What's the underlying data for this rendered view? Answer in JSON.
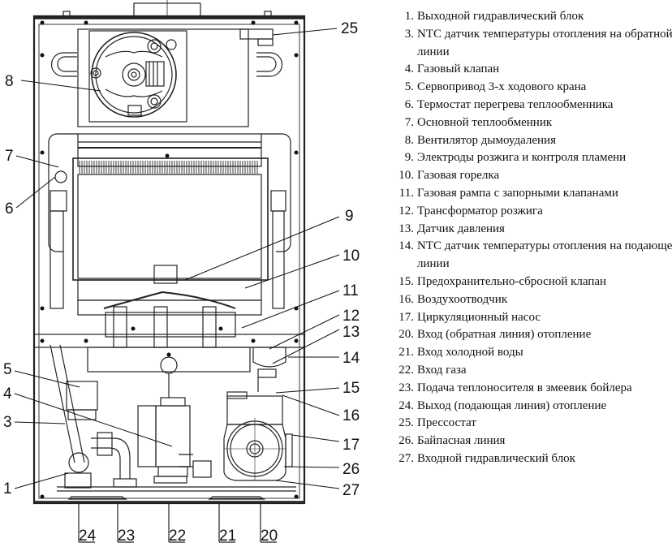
{
  "diagram": {
    "title": "Gas boiler internal components layout",
    "callouts": [
      {
        "id": "8",
        "side": "left"
      },
      {
        "id": "7",
        "side": "left"
      },
      {
        "id": "6",
        "side": "left"
      },
      {
        "id": "5",
        "side": "left"
      },
      {
        "id": "4",
        "side": "left"
      },
      {
        "id": "3",
        "side": "left"
      },
      {
        "id": "1",
        "side": "left"
      },
      {
        "id": "25",
        "side": "right"
      },
      {
        "id": "9",
        "side": "right"
      },
      {
        "id": "10",
        "side": "right"
      },
      {
        "id": "11",
        "side": "right"
      },
      {
        "id": "12",
        "side": "right"
      },
      {
        "id": "13",
        "side": "right"
      },
      {
        "id": "14",
        "side": "right"
      },
      {
        "id": "15",
        "side": "right"
      },
      {
        "id": "16",
        "side": "right"
      },
      {
        "id": "17",
        "side": "right"
      },
      {
        "id": "26",
        "side": "right"
      },
      {
        "id": "27",
        "side": "right"
      },
      {
        "id": "24",
        "side": "bottom"
      },
      {
        "id": "23",
        "side": "bottom"
      },
      {
        "id": "22",
        "side": "bottom"
      },
      {
        "id": "21",
        "side": "bottom"
      },
      {
        "id": "20",
        "side": "bottom"
      }
    ]
  },
  "legend": [
    {
      "num": "1.",
      "text": "Выходной гидравлический блок"
    },
    {
      "num": "3.",
      "text": "NTC датчик температуры отопления на обратной линии"
    },
    {
      "num": "4.",
      "text": "Газовый клапан"
    },
    {
      "num": "5.",
      "text": "Сервопривод 3-х ходового крана"
    },
    {
      "num": "6.",
      "text": "Термостат перегрева теплообменника"
    },
    {
      "num": "7.",
      "text": "Основной теплообменник"
    },
    {
      "num": "8.",
      "text": "Вентилятор дымоудаления"
    },
    {
      "num": "9.",
      "text": "Электроды розжига и контроля пламени"
    },
    {
      "num": "10.",
      "text": "Газовая горелка"
    },
    {
      "num": "11.",
      "text": "Газовая рампа с запорными клапанами"
    },
    {
      "num": "12.",
      "text": "Трансформатор розжига"
    },
    {
      "num": "13.",
      "text": "Датчик давления"
    },
    {
      "num": "14.",
      "text": "NTC датчик температуры отопления на подающей линии"
    },
    {
      "num": "15.",
      "text": "Предохранительно-сбросной клапан"
    },
    {
      "num": "16.",
      "text": "Воздухоотводчик"
    },
    {
      "num": "17.",
      "text": "Циркуляционный насос"
    },
    {
      "num": "20.",
      "text": "Вход (обратная линия) отопление"
    },
    {
      "num": "21.",
      "text": "Вход холодной воды"
    },
    {
      "num": "22.",
      "text": "Вход газа"
    },
    {
      "num": "23.",
      "text": "Подача теплоносителя в змеевик бойлера"
    },
    {
      "num": "24.",
      "text": "Выход (подающая линия) отопление"
    },
    {
      "num": "25.",
      "text": "Прессостат"
    },
    {
      "num": "26.",
      "text": "Байпасная линия"
    },
    {
      "num": "27.",
      "text": "Входной гидравлический блок"
    }
  ]
}
